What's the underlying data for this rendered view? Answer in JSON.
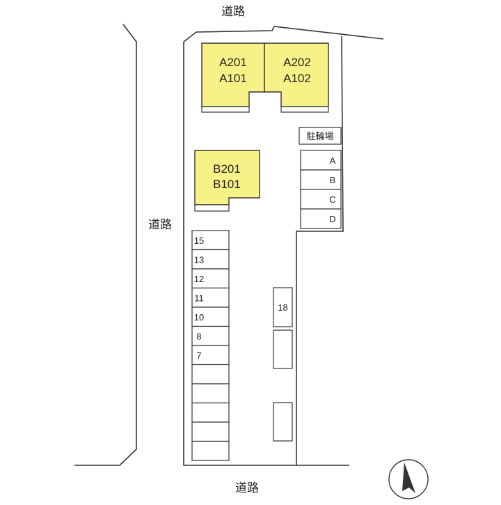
{
  "roads": {
    "top": "道路",
    "left": "道路",
    "bottom": "道路"
  },
  "buildings": {
    "a1": {
      "upper": "A201",
      "lower": "A101"
    },
    "a2": {
      "upper": "A202",
      "lower": "A102"
    },
    "b": {
      "upper": "B201",
      "lower": "B101"
    }
  },
  "bicycle_parking": {
    "title": "駐輪場",
    "slots": [
      "A",
      "B",
      "C",
      "D"
    ]
  },
  "parking": {
    "left_column": [
      "15",
      "13",
      "12",
      "11",
      "10",
      "8",
      "7",
      "",
      "",
      "",
      "",
      ""
    ],
    "right_column": [
      "18",
      "",
      ""
    ]
  },
  "colors": {
    "building_fill": "#f7f288",
    "line": "#333333",
    "background": "#ffffff"
  },
  "compass": {
    "icon": "north-arrow-icon"
  }
}
